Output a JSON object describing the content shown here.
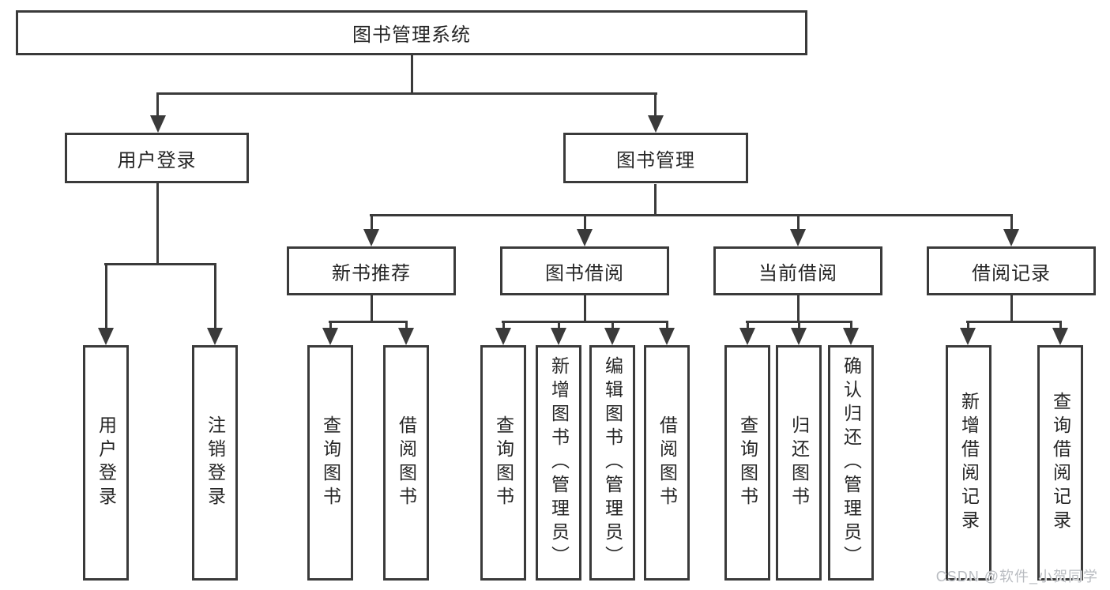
{
  "diagram": {
    "title": "图书管理系统",
    "root": {
      "label": "图书管理系统"
    },
    "level2": [
      {
        "label": "用户登录"
      },
      {
        "label": "图书管理"
      }
    ],
    "level3": [
      {
        "label": "新书推荐",
        "parent": "图书管理"
      },
      {
        "label": "图书借阅",
        "parent": "图书管理"
      },
      {
        "label": "当前借阅",
        "parent": "图书管理"
      },
      {
        "label": "借阅记录",
        "parent": "图书管理"
      }
    ],
    "leaves": [
      {
        "label": "用户登录",
        "parent": "用户登录"
      },
      {
        "label": "注销登录",
        "parent": "用户登录"
      },
      {
        "label": "查询图书",
        "parent": "新书推荐"
      },
      {
        "label": "借阅图书",
        "parent": "新书推荐"
      },
      {
        "label": "查询图书",
        "parent": "图书借阅"
      },
      {
        "label": "新增图书（管理员）",
        "parent": "图书借阅"
      },
      {
        "label": "编辑图书（管理员）",
        "parent": "图书借阅"
      },
      {
        "label": "借阅图书",
        "parent": "图书借阅"
      },
      {
        "label": "查询图书",
        "parent": "当前借阅"
      },
      {
        "label": "归还图书",
        "parent": "当前借阅"
      },
      {
        "label": "确认归还（管理员）",
        "parent": "当前借阅"
      },
      {
        "label": "新增借阅记录",
        "parent": "借阅记录"
      },
      {
        "label": "查询借阅记录",
        "parent": "借阅记录"
      }
    ]
  },
  "watermark": {
    "text": "CSDN @软件_小贺同学"
  },
  "colors": {
    "line": "#3a3a3a",
    "text": "#262626",
    "background": "#ffffff",
    "watermark": "#b9bcc1"
  }
}
